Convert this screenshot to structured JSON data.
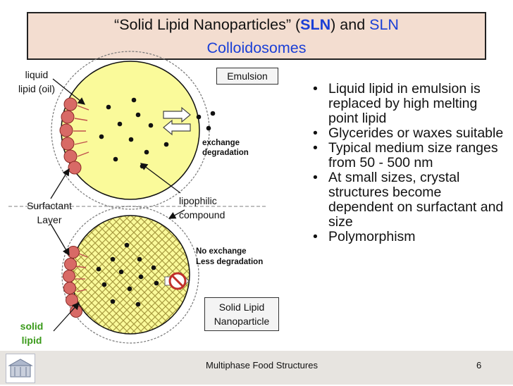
{
  "title": {
    "line1_a": "“Solid Lipid Nanoparticles” (",
    "line1_sln": "SLN",
    "line1_b": ") and ",
    "line1_sln2": "SLN",
    "line2": "Colloidosomes"
  },
  "labels": {
    "liquid_lipid_1": "liquid",
    "liquid_lipid_2": "lipid (oil)",
    "emulsion": "Emulsion",
    "exchange": "exchange",
    "degradation": "degradation",
    "surfactant_1": "Surfactant",
    "surfactant_2": "Layer",
    "lipophilic_1": "lipophilic",
    "lipophilic_2": "compound",
    "no_exchange": "No exchange",
    "less_degradation": "Less degradation",
    "sln_1": "Solid Lipid",
    "sln_2": "Nanoparticle",
    "solid_1": "solid",
    "solid_2": "lipid"
  },
  "bullets": [
    "Liquid lipid in emulsion is replaced by high melting point lipid",
    "Glycerides or waxes suitable",
    "Typical medium size ranges from 50 - 500 nm",
    "At small sizes, crystal structures become dependent on surfactant and size",
    "Polymorphism"
  ],
  "footer": {
    "text": "Multiphase Food Structures",
    "page": "6"
  },
  "colors": {
    "title_bg": "#f3ddd0",
    "accent_blue": "#1a3fd6",
    "droplet_yellow": "#fafa9a",
    "surfactant_red": "#d86a66",
    "solid_green": "#3a9a1a"
  }
}
